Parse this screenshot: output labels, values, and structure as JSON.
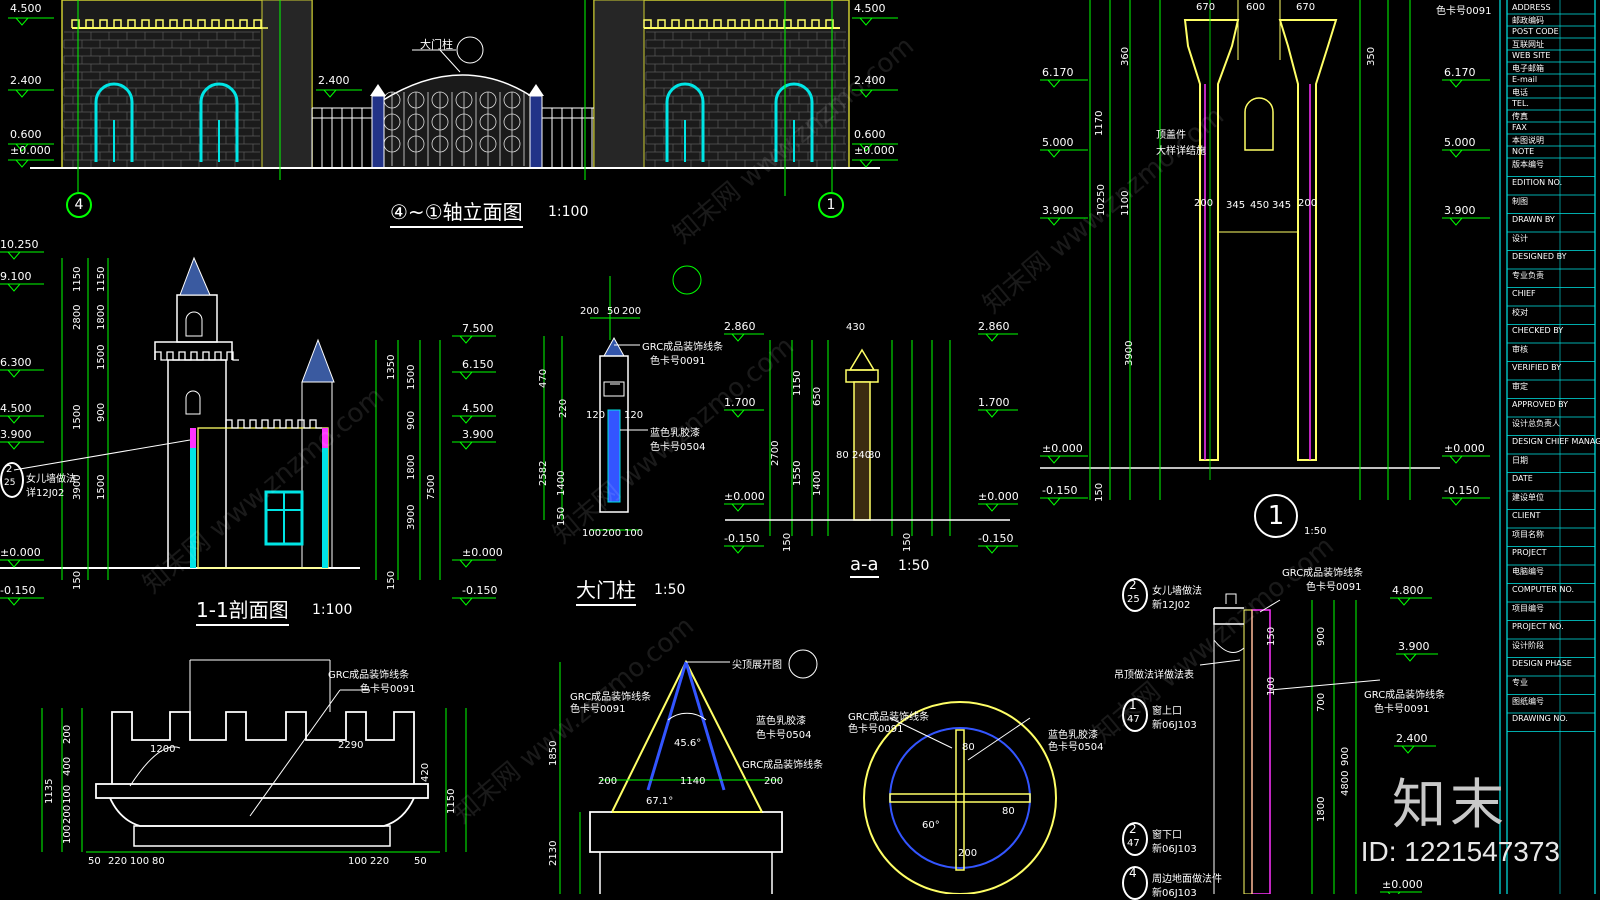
{
  "titles": {
    "elevation": "④~①轴立面图",
    "elevation_scale": "1:100",
    "section": "1-1剖面图",
    "section_scale": "1:100",
    "gate_post": "大门柱",
    "gate_post_scale": "1:50",
    "aa": "a-a",
    "aa_scale": "1:50",
    "detail1_scale": "1:50"
  },
  "axis_marks": {
    "left": "4",
    "right": "1",
    "detail": "1"
  },
  "elevation_levels": [
    "4.500",
    "2.400",
    "0.600",
    "±0.000",
    "2.400",
    "4.500",
    "2.400",
    "0.600",
    "±0.000"
  ],
  "gate_label": "大门柱",
  "section_levels_left": [
    "10.250",
    "9.100",
    "6.300",
    "4.500",
    "3.900",
    "±0.000",
    "-0.150"
  ],
  "section_levels_right": [
    "7.500",
    "6.150",
    "4.500",
    "3.900",
    "±0.000",
    "-0.150"
  ],
  "section_dims": [
    "1150",
    "1150",
    "2800",
    "1800",
    "1500",
    "900",
    "1500",
    "3900",
    "1500",
    "150",
    "1350",
    "1500",
    "900",
    "1800",
    "3900",
    "150",
    "7500"
  ],
  "parapet_note": {
    "num": "2",
    "den": "25",
    "text": "女儿墙做法",
    "ref": "详12J02"
  },
  "post_dims": [
    "200",
    "50",
    "200",
    "470",
    "220",
    "120",
    "2582",
    "1400",
    "120",
    "150",
    "100",
    "200",
    "100"
  ],
  "post_notes": [
    "GRC成品装饰线条",
    "色卡号0091",
    "蓝色乳胶漆",
    "色卡号0504"
  ],
  "aa_levels": [
    "2.860",
    "1.700",
    "±0.000",
    "-0.150",
    "2.860",
    "1.700",
    "±0.000",
    "-0.150"
  ],
  "aa_dims": [
    "430",
    "1150",
    "650",
    "2700",
    "1550",
    "1400",
    "80",
    "240",
    "80",
    "150",
    "150"
  ],
  "detail1_levels": [
    "6.170",
    "5.000",
    "3.900",
    "±0.000",
    "-0.150",
    "6.170",
    "5.000",
    "3.900",
    "±0.000",
    "-0.150"
  ],
  "detail1_dims": [
    "670",
    "600",
    "670",
    "360",
    "350",
    "200",
    "345",
    "450",
    "345",
    "200",
    "1170",
    "1100",
    "3900",
    "10250",
    "150"
  ],
  "detail1_notes": [
    "顶盖件",
    "大样详结施",
    "色卡号0091"
  ],
  "cap_notes": [
    "GRC成品装饰线条",
    "色卡号0091"
  ],
  "cap_dims": [
    "1200",
    "2290",
    "200",
    "400",
    "100",
    "200",
    "100",
    "1135",
    "420",
    "1150",
    "50",
    "220",
    "100",
    "80",
    "100",
    "220",
    "50"
  ],
  "cone_notes": [
    "尖顶展开图",
    "GRC成品装饰线条",
    "色卡号0091",
    "蓝色乳胶漆",
    "色卡号0504",
    "GRC成品装饰线条"
  ],
  "cone_dims": [
    "45.6°",
    "200",
    "1140",
    "200",
    "67.1°",
    "1850",
    "2130"
  ],
  "round_notes": [
    "GRC成品装饰线条",
    "色卡号0091",
    "蓝色乳胶漆",
    "色卡号0504"
  ],
  "round_dims": [
    "60°",
    "80",
    "80",
    "200"
  ],
  "wall_notes": [
    {
      "num": "2",
      "den": "25",
      "text": "女儿墙做法",
      "ref": "新12J02"
    },
    {
      "num": "1",
      "den": "47",
      "text": "窗上口",
      "ref": "新06J103"
    },
    {
      "num": "2",
      "den": "47",
      "text": "窗下口",
      "ref": "新06J103"
    },
    {
      "num": "4",
      "den": "",
      "text": "周边地面做法件",
      "ref": "新06J103"
    }
  ],
  "wall_extra": [
    "GRC成品装饰线条",
    "色卡号0091",
    "吊顶做法详做法表",
    "GRC成品装饰线条",
    "色卡号0091"
  ],
  "wall_levels": [
    "4.800",
    "3.900",
    "2.400",
    "±0.000"
  ],
  "wall_dims": [
    "150",
    "900",
    "100",
    "700",
    "900",
    "4800",
    "1800"
  ],
  "title_block": [
    "ADDRESS",
    "邮政编码",
    "POST CODE",
    "互联网址",
    "WEB SITE",
    "电子邮箱",
    "E-mail",
    "电话",
    "TEL.",
    "传真",
    "FAX",
    "本图说明",
    "NOTE",
    "版本编号",
    "EDITION NO.",
    "制图",
    "DRAWN BY",
    "设计",
    "DESIGNED BY",
    "专业负责",
    "CHIEF",
    "校对",
    "CHECKED BY",
    "审核",
    "VERIFIED BY",
    "审定",
    "APPROVED BY",
    "设计总负责人",
    "DESIGN CHIEF MANAGER",
    "日期",
    "DATE",
    "建设单位",
    "CLIENT",
    "项目名称",
    "PROJECT",
    "电脑编号",
    "COMPUTER NO.",
    "项目编号",
    "PROJECT NO.",
    "设计阶段",
    "DESIGN PHASE",
    "专业",
    "图纸编号",
    "DRAWING NO."
  ],
  "watermarks": [
    "知末网 www.znzmo.com",
    "知末网 www.znzmo.com",
    "知末网 www.znzmo.com",
    "知末网 www.znzmo.com",
    "知末网 www.znzmo.com",
    "知末网 www.znzmo.com"
  ],
  "brand": "知末",
  "id_text": "ID: 1221547373",
  "colors": {
    "green": "#00ff00",
    "yellow": "#ffff66",
    "cyan": "#00e5e5",
    "white": "#ffffff",
    "magenta": "#ff33ff",
    "blue": "#3355ff"
  }
}
